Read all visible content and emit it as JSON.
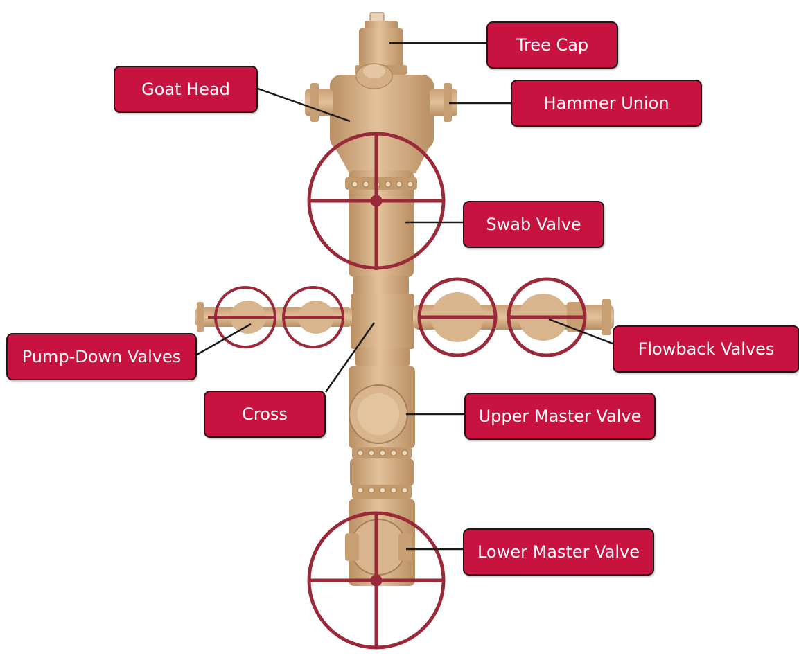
{
  "labels": {
    "tree_cap": "Tree Cap",
    "goat_head": "Goat Head",
    "hammer_union": "Hammer Union",
    "swab_valve": "Swab Valve",
    "pump_down_valves": "Pump-Down Valves",
    "flowback_valves": "Flowback Valves",
    "cross": "Cross",
    "upper_master_valve": "Upper Master Valve",
    "lower_master_valve": "Lower Master Valve"
  },
  "colors": {
    "label_fill": "#c8123f",
    "label_border": "#2b0f16",
    "label_text": "#ffffff",
    "equipment_body": "#d9b48a",
    "equipment_shadow": "#b98f63",
    "handwheel": "#9a2a3a",
    "leader_line": "#1a1a1a"
  },
  "icons": {
    "equipment": "frac-tree-wellhead-illustration",
    "valve_handwheel": "handwheel-icon"
  }
}
